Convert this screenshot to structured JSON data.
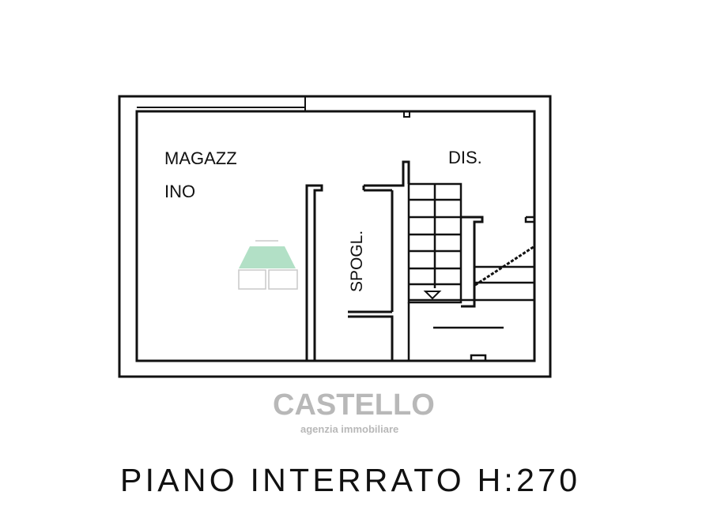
{
  "plan": {
    "rooms": {
      "magazzino_line1": "MAGAZZ",
      "magazzino_line2": "INO",
      "dis": "DIS.",
      "spogl": "SPOGL."
    },
    "caption": "PIANO INTERRATO H:270"
  },
  "watermark": {
    "brand": "CASTELLO",
    "tagline": "agenzia immobiliare",
    "logo_color": "#9fd9b8"
  }
}
